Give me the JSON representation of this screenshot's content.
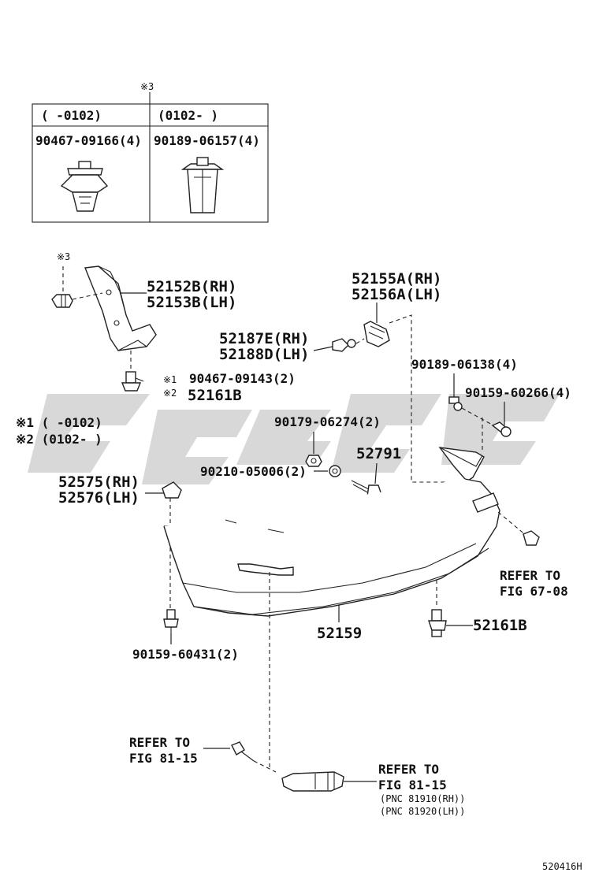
{
  "table": {
    "marker": "※3",
    "col1_header": "(      -0102)",
    "col2_header": "(0102-       )",
    "col1_part": "90467-09166(4)",
    "col2_part": "90189-06157(4)"
  },
  "labels": {
    "fender_marker": "※3",
    "p52152B": "52152B(RH)",
    "p52153B": "52153B(LH)",
    "p52155A": "52155A(RH)",
    "p52156A": "52156A(LH)",
    "p52187E": "52187E(RH)",
    "p52188D": "52188D(LH)",
    "m1": "※1",
    "m2": "※2",
    "p90467": "90467-09143(2)",
    "p52161B_top": "52161B",
    "note1": "※1 (      -0102)",
    "note2": "※2 (0102-      )",
    "p90189_06138": "90189-06138(4)",
    "p90159_60266": "90159-60266(4)",
    "p90179": "90179-06274(2)",
    "p52791": "52791",
    "p90210": "90210-05006(2)",
    "p52575": "52575(RH)",
    "p52576": "52576(LH)",
    "refer_67_line1": "REFER TO",
    "refer_67_line2": "FIG 67-08",
    "p52159": "52159",
    "p52161B_bottom": "52161B",
    "p90159_60431": "90159-60431(2)",
    "refer_81_left_line1": "REFER TO",
    "refer_81_left_line2": "FIG 81-15",
    "refer_81_right_line1": "REFER TO",
    "refer_81_right_line2": "FIG 81-15",
    "pnc1": "(PNC 81910(RH))",
    "pnc2": "(PNC 81920(LH))",
    "figure_id": "520416H"
  }
}
